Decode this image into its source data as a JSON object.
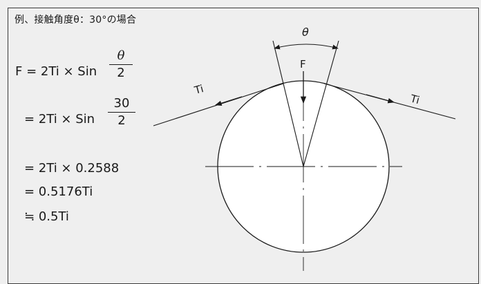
{
  "caption": "例、接触角度θ：30°の場合",
  "equations": {
    "line1_lhs": "F = 2Ti × Sin",
    "line1_num": "θ",
    "line1_den": "2",
    "line2_lhs": "= 2Ti × Sin",
    "line2_num": "30",
    "line2_den": "2",
    "line3": "= 2Ti × 0.2588",
    "line4": "= 0.5176Ti",
    "line5": "≒ 0.5Ti"
  },
  "diagram": {
    "theta_label": "θ",
    "force_label": "F",
    "tension_left_label": "Ti",
    "tension_right_label": "Ti"
  },
  "colors": {
    "background": "#efefef",
    "circle_fill": "#ffffff",
    "line": "#1a1a1a"
  }
}
